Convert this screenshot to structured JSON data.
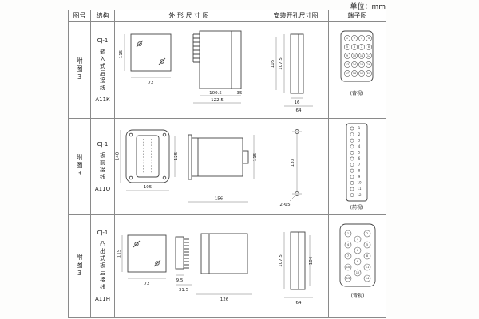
{
  "unit_label": "单位：mm",
  "table": {
    "headers": {
      "fig": "图号",
      "structure": "结构",
      "outline": "外 形 尺 寸 图",
      "mounting": "安装开孔尺寸图",
      "terminal": "端子图"
    },
    "rows": [
      {
        "fig": "附图3",
        "model": "CJ-1",
        "structure_desc": "嵌入式后接线",
        "code": "A11K",
        "outline_dims": {
          "front_height": "115",
          "front_width": "72",
          "depth_a": "100.5",
          "depth_b": "122.5",
          "depth_c": "35"
        },
        "mount_dims": {
          "cutout_height": "107.5",
          "cutout_height2": "105",
          "slot_width": "16",
          "hole_span": "64"
        },
        "terminals": [
          "1",
          "2",
          "3",
          "4",
          "5",
          "6",
          "7",
          "8",
          "9",
          "10",
          "11",
          "12",
          "13",
          "14",
          "15",
          "16",
          "17",
          "18",
          "19",
          "20"
        ],
        "terminal_caption": "(背视)"
      },
      {
        "fig": "附图3",
        "model": "CJ-1",
        "structure_desc": "板前接线",
        "code": "A11Q",
        "outline_dims": {
          "front_height": "148",
          "front_height2": "125",
          "front_width": "105",
          "body_length": "156",
          "body_height": "115"
        },
        "mount_dims": {
          "hole_spacing": "133",
          "holes": "2-Φ5"
        },
        "terminals": [
          "1",
          "2",
          "3",
          "4",
          "5",
          "6",
          "7",
          "8",
          "9",
          "10",
          "11",
          "12"
        ],
        "terminal_caption": "(前视)"
      },
      {
        "fig": "附图3",
        "model": "CJ-1",
        "structure_desc": "凸出式板后接线",
        "code": "A11H",
        "outline_dims": {
          "front_height": "115",
          "front_width": "72",
          "conn_width": "9.5",
          "conn_span": "31.5",
          "body_length": "126"
        },
        "mount_dims": {
          "cutout_height": "107.5",
          "cutout_height2": "104",
          "hole_span": "64"
        },
        "terminals": [
          "1",
          "2",
          "3",
          "4",
          "5",
          "6",
          "7",
          "8",
          "9",
          "10",
          "11",
          "12",
          "13",
          "14"
        ],
        "terminal_caption": "(背视)"
      }
    ]
  }
}
